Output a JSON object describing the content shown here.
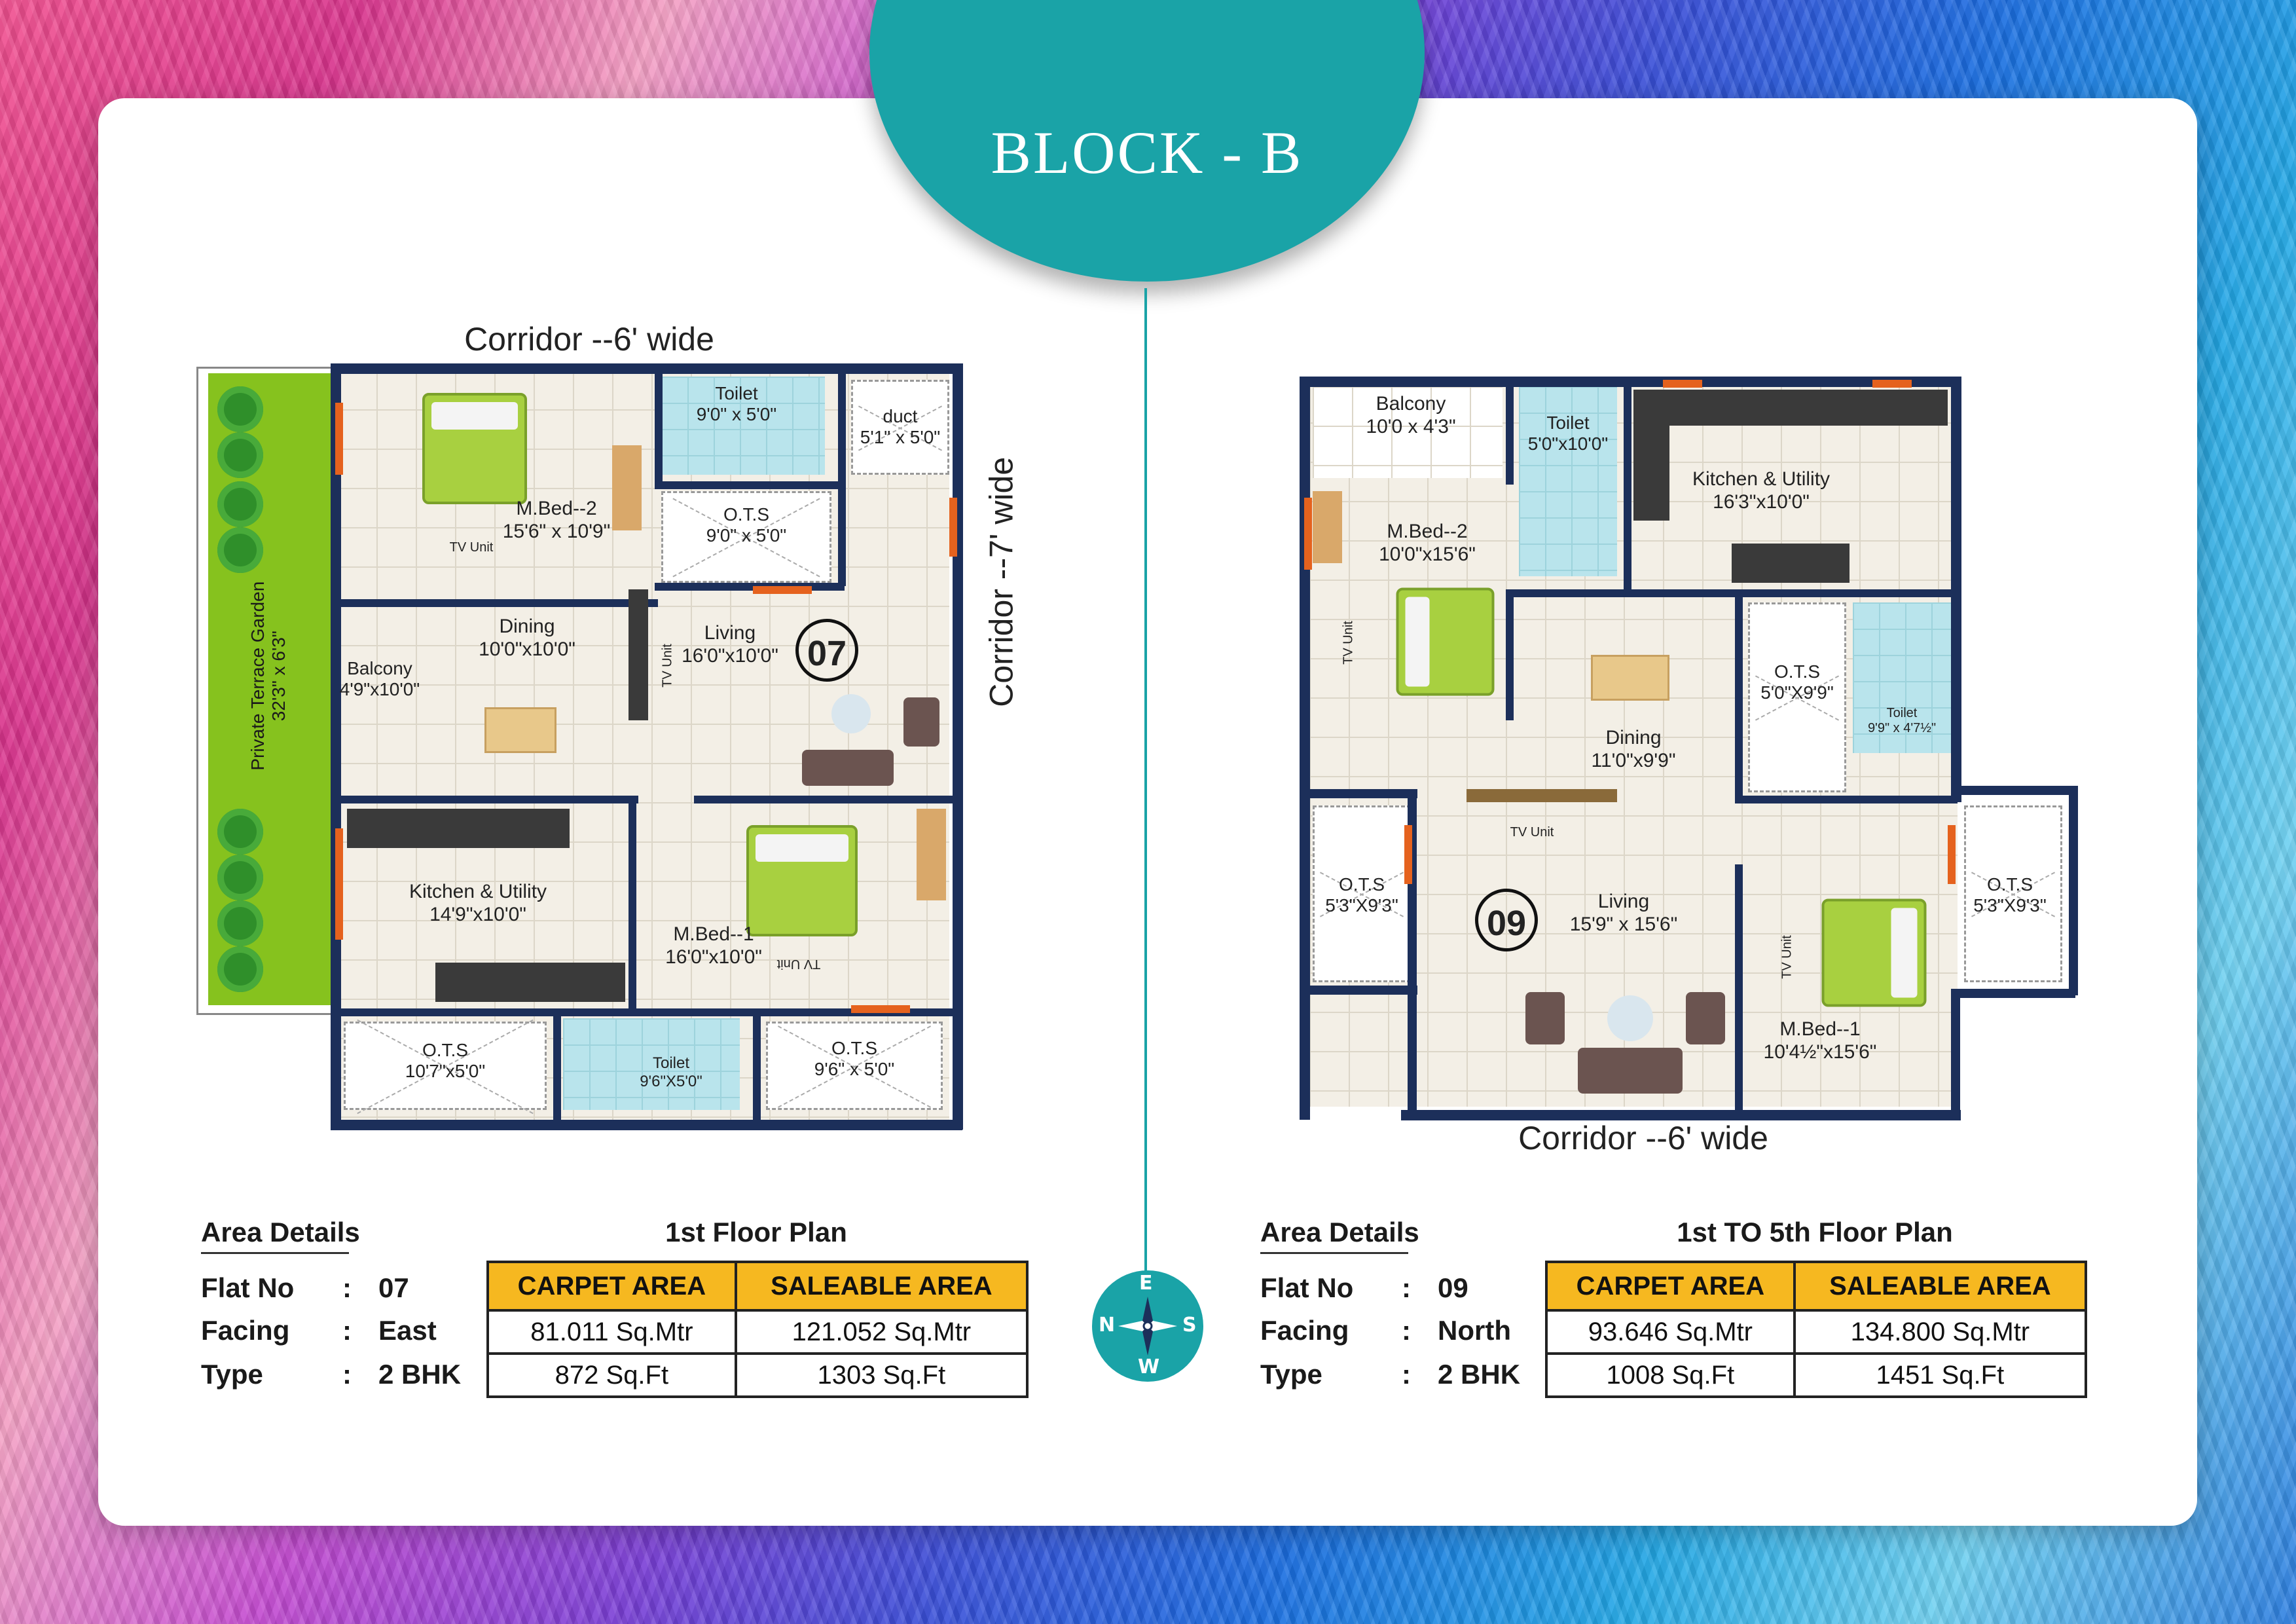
{
  "header": {
    "title": "BLOCK - B"
  },
  "compass": {
    "n": "N",
    "e": "E",
    "s": "S",
    "w": "W"
  },
  "left_plan": {
    "corridor_top": "Corridor --6' wide",
    "corridor_side": "Corridor --7' wide",
    "flat_number": "07",
    "garden": {
      "name": "Private Terrace Garden",
      "size": "32'3\" x 6'3\""
    },
    "rooms": {
      "mbed2": {
        "name": "M.Bed--2",
        "size": "15'6\" x 10'9\""
      },
      "toilet_top": {
        "name": "Toilet",
        "size": "9'0\" x 5'0\""
      },
      "duct": {
        "name": "duct",
        "size": "5'1\" x 5'0\""
      },
      "ots_top": {
        "name": "O.T.S",
        "size": "9'0\" x 5'0\""
      },
      "tv_unit_1": "TV Unit",
      "tv_unit_2": "TV Unit",
      "tv_unit_3": "TV Unit",
      "balcony": {
        "name": "Balcony",
        "size": "4'9\"x10'0\""
      },
      "dining": {
        "name": "Dining",
        "size": "10'0\"x10'0\""
      },
      "living": {
        "name": "Living",
        "size": "16'0\"x10'0\""
      },
      "kitchen": {
        "name": "Kitchen & Utility",
        "size": "14'9\"x10'0\""
      },
      "mbed1": {
        "name": "M.Bed--1",
        "size": "16'0\"x10'0\""
      },
      "ots_bl": {
        "name": "O.T.S",
        "size": "10'7\"x5'0\""
      },
      "toilet_bottom": {
        "name": "Toilet",
        "size": "9'6\"X5'0\""
      },
      "ots_br": {
        "name": "O.T.S",
        "size": "9'6\" x 5'0\""
      }
    }
  },
  "right_plan": {
    "corridor_bottom": "Corridor --6' wide",
    "flat_number": "09",
    "rooms": {
      "balcony": {
        "name": "Balcony",
        "size": "10'0 x 4'3\""
      },
      "toilet_top": {
        "name": "Toilet",
        "size": "5'0\"x10'0\""
      },
      "kitchen": {
        "name": "Kitchen & Utility",
        "size": "16'3\"x10'0\""
      },
      "mbed2": {
        "name": "M.Bed--2",
        "size": "10'0\"x15'6\""
      },
      "tv_unit_1": "TV Unit",
      "tv_unit_2": "TV Unit",
      "tv_unit_3": "TV Unit",
      "dining": {
        "name": "Dining",
        "size": "11'0\"x9'9\""
      },
      "ots_mid": {
        "name": "O.T.S",
        "size": "5'0\"X9'9\""
      },
      "toilet_mid": {
        "name": "Toilet",
        "size": "9'9\" x 4'7½\""
      },
      "ots_left": {
        "name": "O.T.S",
        "size": "5'3\"X9'3\""
      },
      "living": {
        "name": "Living",
        "size": "15'9\" x 15'6\""
      },
      "mbed1": {
        "name": "M.Bed--1",
        "size": "10'4½\"x15'6\""
      },
      "ots_right": {
        "name": "O.T.S",
        "size": "5'3\"X9'3\""
      }
    }
  },
  "left_details": {
    "heading": "Area Details",
    "plan_title": "1st Floor Plan",
    "flat_label": "Flat No",
    "flat_value": "07",
    "facing_label": "Facing",
    "facing_value": "East",
    "type_label": "Type",
    "type_value": "2 BHK",
    "sep": ":",
    "table": {
      "headers": [
        "CARPET AREA",
        "SALEABLE AREA"
      ],
      "rows": [
        [
          "81.011 Sq.Mtr",
          "121.052 Sq.Mtr"
        ],
        [
          "872 Sq.Ft",
          "1303 Sq.Ft"
        ]
      ]
    }
  },
  "right_details": {
    "heading": "Area Details",
    "plan_title": "1st TO 5th Floor Plan",
    "flat_label": "Flat No",
    "flat_value": "09",
    "facing_label": "Facing",
    "facing_value": "North",
    "type_label": "Type",
    "type_value": "2 BHK",
    "sep": ":",
    "table": {
      "headers": [
        "CARPET AREA",
        "SALEABLE AREA"
      ],
      "rows": [
        [
          "93.646 Sq.Mtr",
          "134.800 Sq.Mtr"
        ],
        [
          "1008 Sq.Ft",
          "1451 Sq.Ft"
        ]
      ]
    }
  },
  "colors": {
    "accent": "#1aa3a7",
    "wall": "#1c2f5a",
    "table_header": "#f6b820",
    "garden": "#86c21e"
  }
}
